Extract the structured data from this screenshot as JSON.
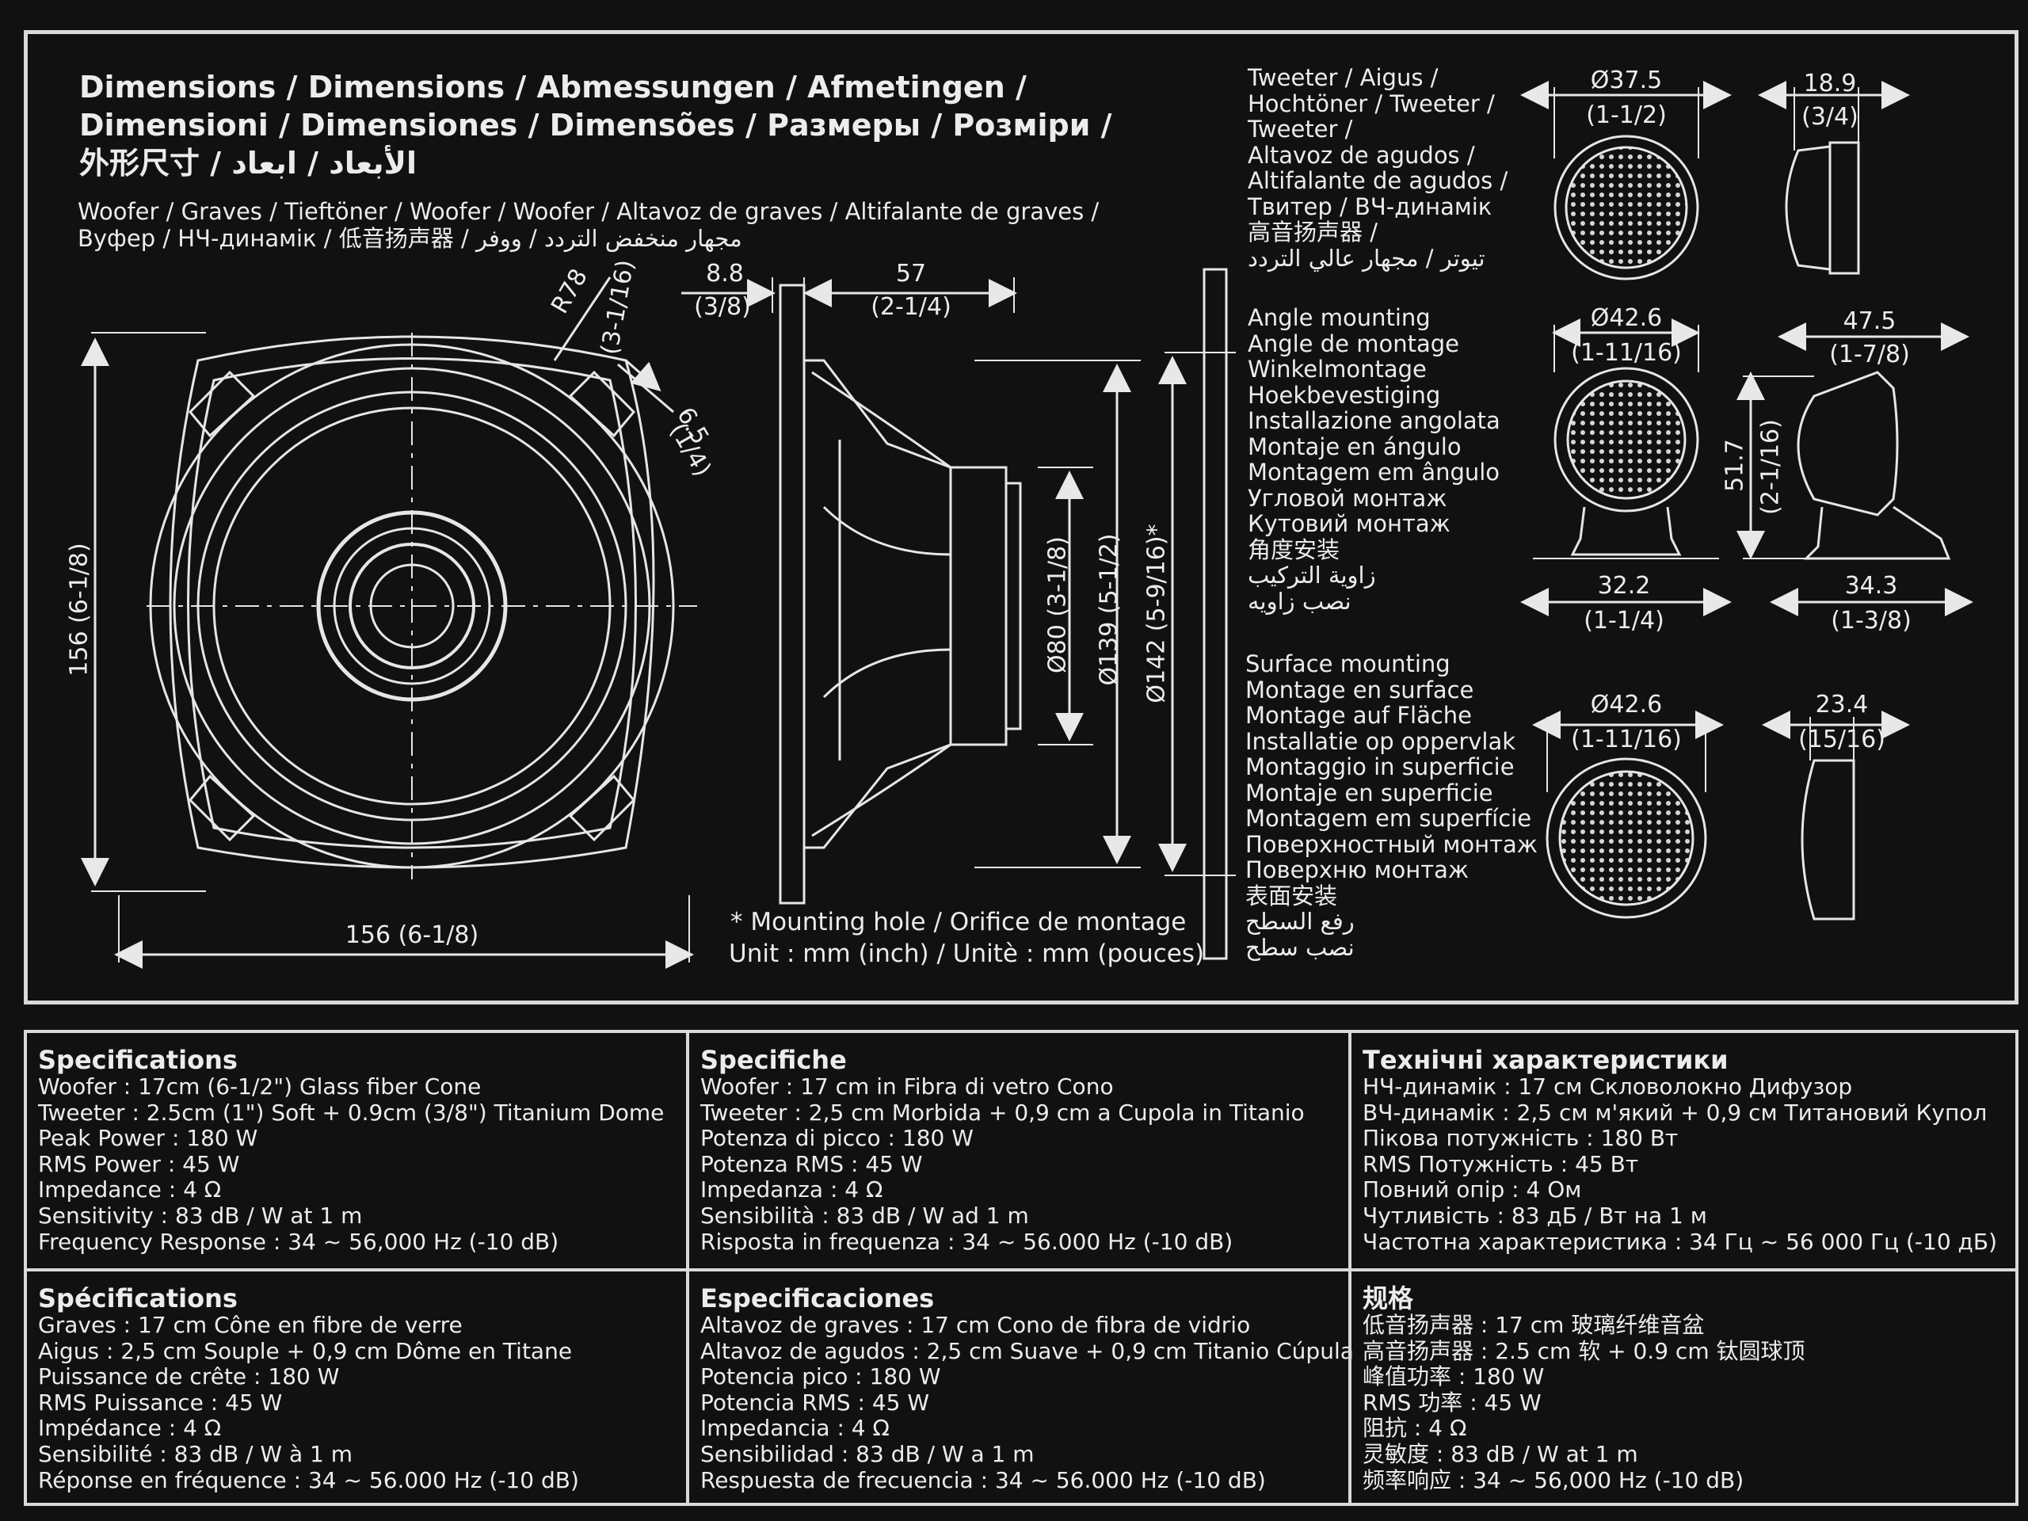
{
  "heading": {
    "line1": "Dimensions / Dimensions / Abmessungen / Afmetingen /",
    "line2": "Dimensioni / Dimensiones / Dimensões / Размеры / Розміри /",
    "line3": "外形尺寸 / الأبعاد / ابعاد"
  },
  "woofer_label": {
    "line1": "Woofer / Graves / Tieftöner / Woofer / Woofer / Altavoz de graves / Altifalante de graves /",
    "line2": "Вуфер / НЧ-динамік / 低音扬声器 / مجهار منخفض التردد / ووفر"
  },
  "woofer_dims": {
    "r78": "R78",
    "r78_in": "(3-1/16)",
    "d65": "6.5",
    "d65_in": "(1/4)",
    "height": "156 (6-1/8)",
    "width": "156 (6-1/8)",
    "depth_88": "8.8",
    "depth_88_in": "(3/8)",
    "depth_57": "57",
    "depth_57_in": "(2-1/4)",
    "d80": "Ø80 (3-1/8)",
    "d139": "Ø139 (5-1/2)",
    "d142": "Ø142 (5-9/16)*"
  },
  "notes": {
    "mounting_hole": "* Mounting hole / Orifice de montage",
    "unit": "Unit : mm (inch) / Unitè : mm (pouces)"
  },
  "tweeter": {
    "labels": [
      "Tweeter / Aigus /",
      "Hochtöner / Tweeter /",
      "Tweeter /",
      "Altavoz de agudos /",
      "Altifalante de agudos /",
      "Твитер / ВЧ-динамік",
      "高音扬声器 /",
      "تيوتر / مجهار عالي التردد"
    ],
    "diameter": "Ø37.5",
    "diameter_in": "(1-1/2)",
    "depth": "18.9",
    "depth_in": "(3/4)"
  },
  "angle_mount": {
    "labels": [
      "Angle mounting",
      "Angle de montage",
      "Winkelmontage",
      "Hoekbevestiging",
      "Installazione angolata",
      "Montaje en ángulo",
      "Montagem em ângulo",
      "Угловой монтаж",
      "Кутовий монтаж",
      "角度安装",
      "زاوية التركيب",
      "نصب زاويه"
    ],
    "diameter": "Ø42.6",
    "diameter_in": "(1-11/16)",
    "width": "47.5",
    "width_in": "(1-7/8)",
    "height": "51.7",
    "height_in": "(2-1/16)",
    "base_front": "32.2",
    "base_front_in": "(1-1/4)",
    "base_side": "34.3",
    "base_side_in": "(1-3/8)"
  },
  "surface_mount": {
    "labels": [
      "Surface mounting",
      "Montage en surface",
      "Montage auf Fläche",
      "Installatie op oppervlak",
      "Montaggio in superficie",
      "Montaje en superficie",
      "Montagem em superfície",
      "Поверхностный монтаж",
      "Поверхню монтаж",
      "表面安装",
      "رفع السطح",
      "نصب سطح"
    ],
    "diameter": "Ø42.6",
    "diameter_in": "(1-11/16)",
    "depth": "23.4",
    "depth_in": "(15/16)"
  },
  "specs": [
    {
      "title": "Specifications",
      "lines": [
        "Woofer : 17cm (6-1/2\") Glass fiber Cone",
        "Tweeter : 2.5cm (1\") Soft + 0.9cm (3/8\") Titanium Dome",
        "Peak Power : 180 W",
        "RMS Power : 45 W",
        "Impedance : 4 Ω",
        "Sensitivity : 83 dB / W at 1 m",
        "Frequency Response : 34 ~ 56,000 Hz (-10 dB)"
      ]
    },
    {
      "title": "Specifiche",
      "lines": [
        "Woofer : 17 cm in Fibra di vetro Cono",
        "Tweeter : 2,5 cm Morbida + 0,9 cm a Cupola in Titanio",
        "Potenza di picco : 180 W",
        "Potenza RMS : 45 W",
        "Impedanza : 4 Ω",
        "Sensibilità : 83 dB / W ad 1 m",
        "Risposta in frequenza : 34 ~ 56.000 Hz (-10 dB)"
      ]
    },
    {
      "title": "Технічні характеристики",
      "lines": [
        "НЧ-динамік : 17 см Скловолокно Дифузор",
        "ВЧ-динамік : 2,5 см м'який + 0,9 см Титановий Купол",
        "Пікова потужність : 180 Вт",
        "RMS Потужність : 45 Вт",
        "Повний опір : 4 Ом",
        "Чутливість : 83 дБ / Вт на 1 м",
        "Частотна характеристика : 34 Гц ~ 56 000 Гц (-10 дБ)"
      ]
    },
    {
      "title": "Spécifications",
      "lines": [
        "Graves : 17 cm Cône en fibre de verre",
        "Aigus : 2,5 cm Souple + 0,9 cm Dôme en Titane",
        "Puissance de crête : 180 W",
        "RMS Puissance : 45 W",
        "Impédance : 4 Ω",
        "Sensibilité : 83 dB / W à 1 m",
        "Réponse en fréquence : 34 ~ 56.000 Hz (-10 dB)"
      ]
    },
    {
      "title": "Especificaciones",
      "lines": [
        "Altavoz de graves : 17 cm Cono de fibra de vidrio",
        "Altavoz de agudos : 2,5 cm Suave + 0,9 cm Titanio Cúpula",
        "Potencia pico : 180 W",
        "Potencia RMS : 45 W",
        "Impedancia : 4 Ω",
        "Sensibilidad : 83 dB / W a 1 m",
        "Respuesta de frecuencia : 34 ~ 56.000 Hz (-10 dB)"
      ]
    },
    {
      "title": "规格",
      "lines": [
        "低音扬声器 : 17 cm 玻璃纤维音盆",
        "高音扬声器 : 2.5 cm 软 + 0.9 cm 钛圆球顶",
        "峰值功率 : 180 W",
        "RMS 功率 : 45 W",
        "阻抗 : 4 Ω",
        "灵敏度 : 83 dB / W at 1 m",
        "频率响应 : 34 ~ 56,000 Hz (-10 dB)"
      ]
    }
  ]
}
